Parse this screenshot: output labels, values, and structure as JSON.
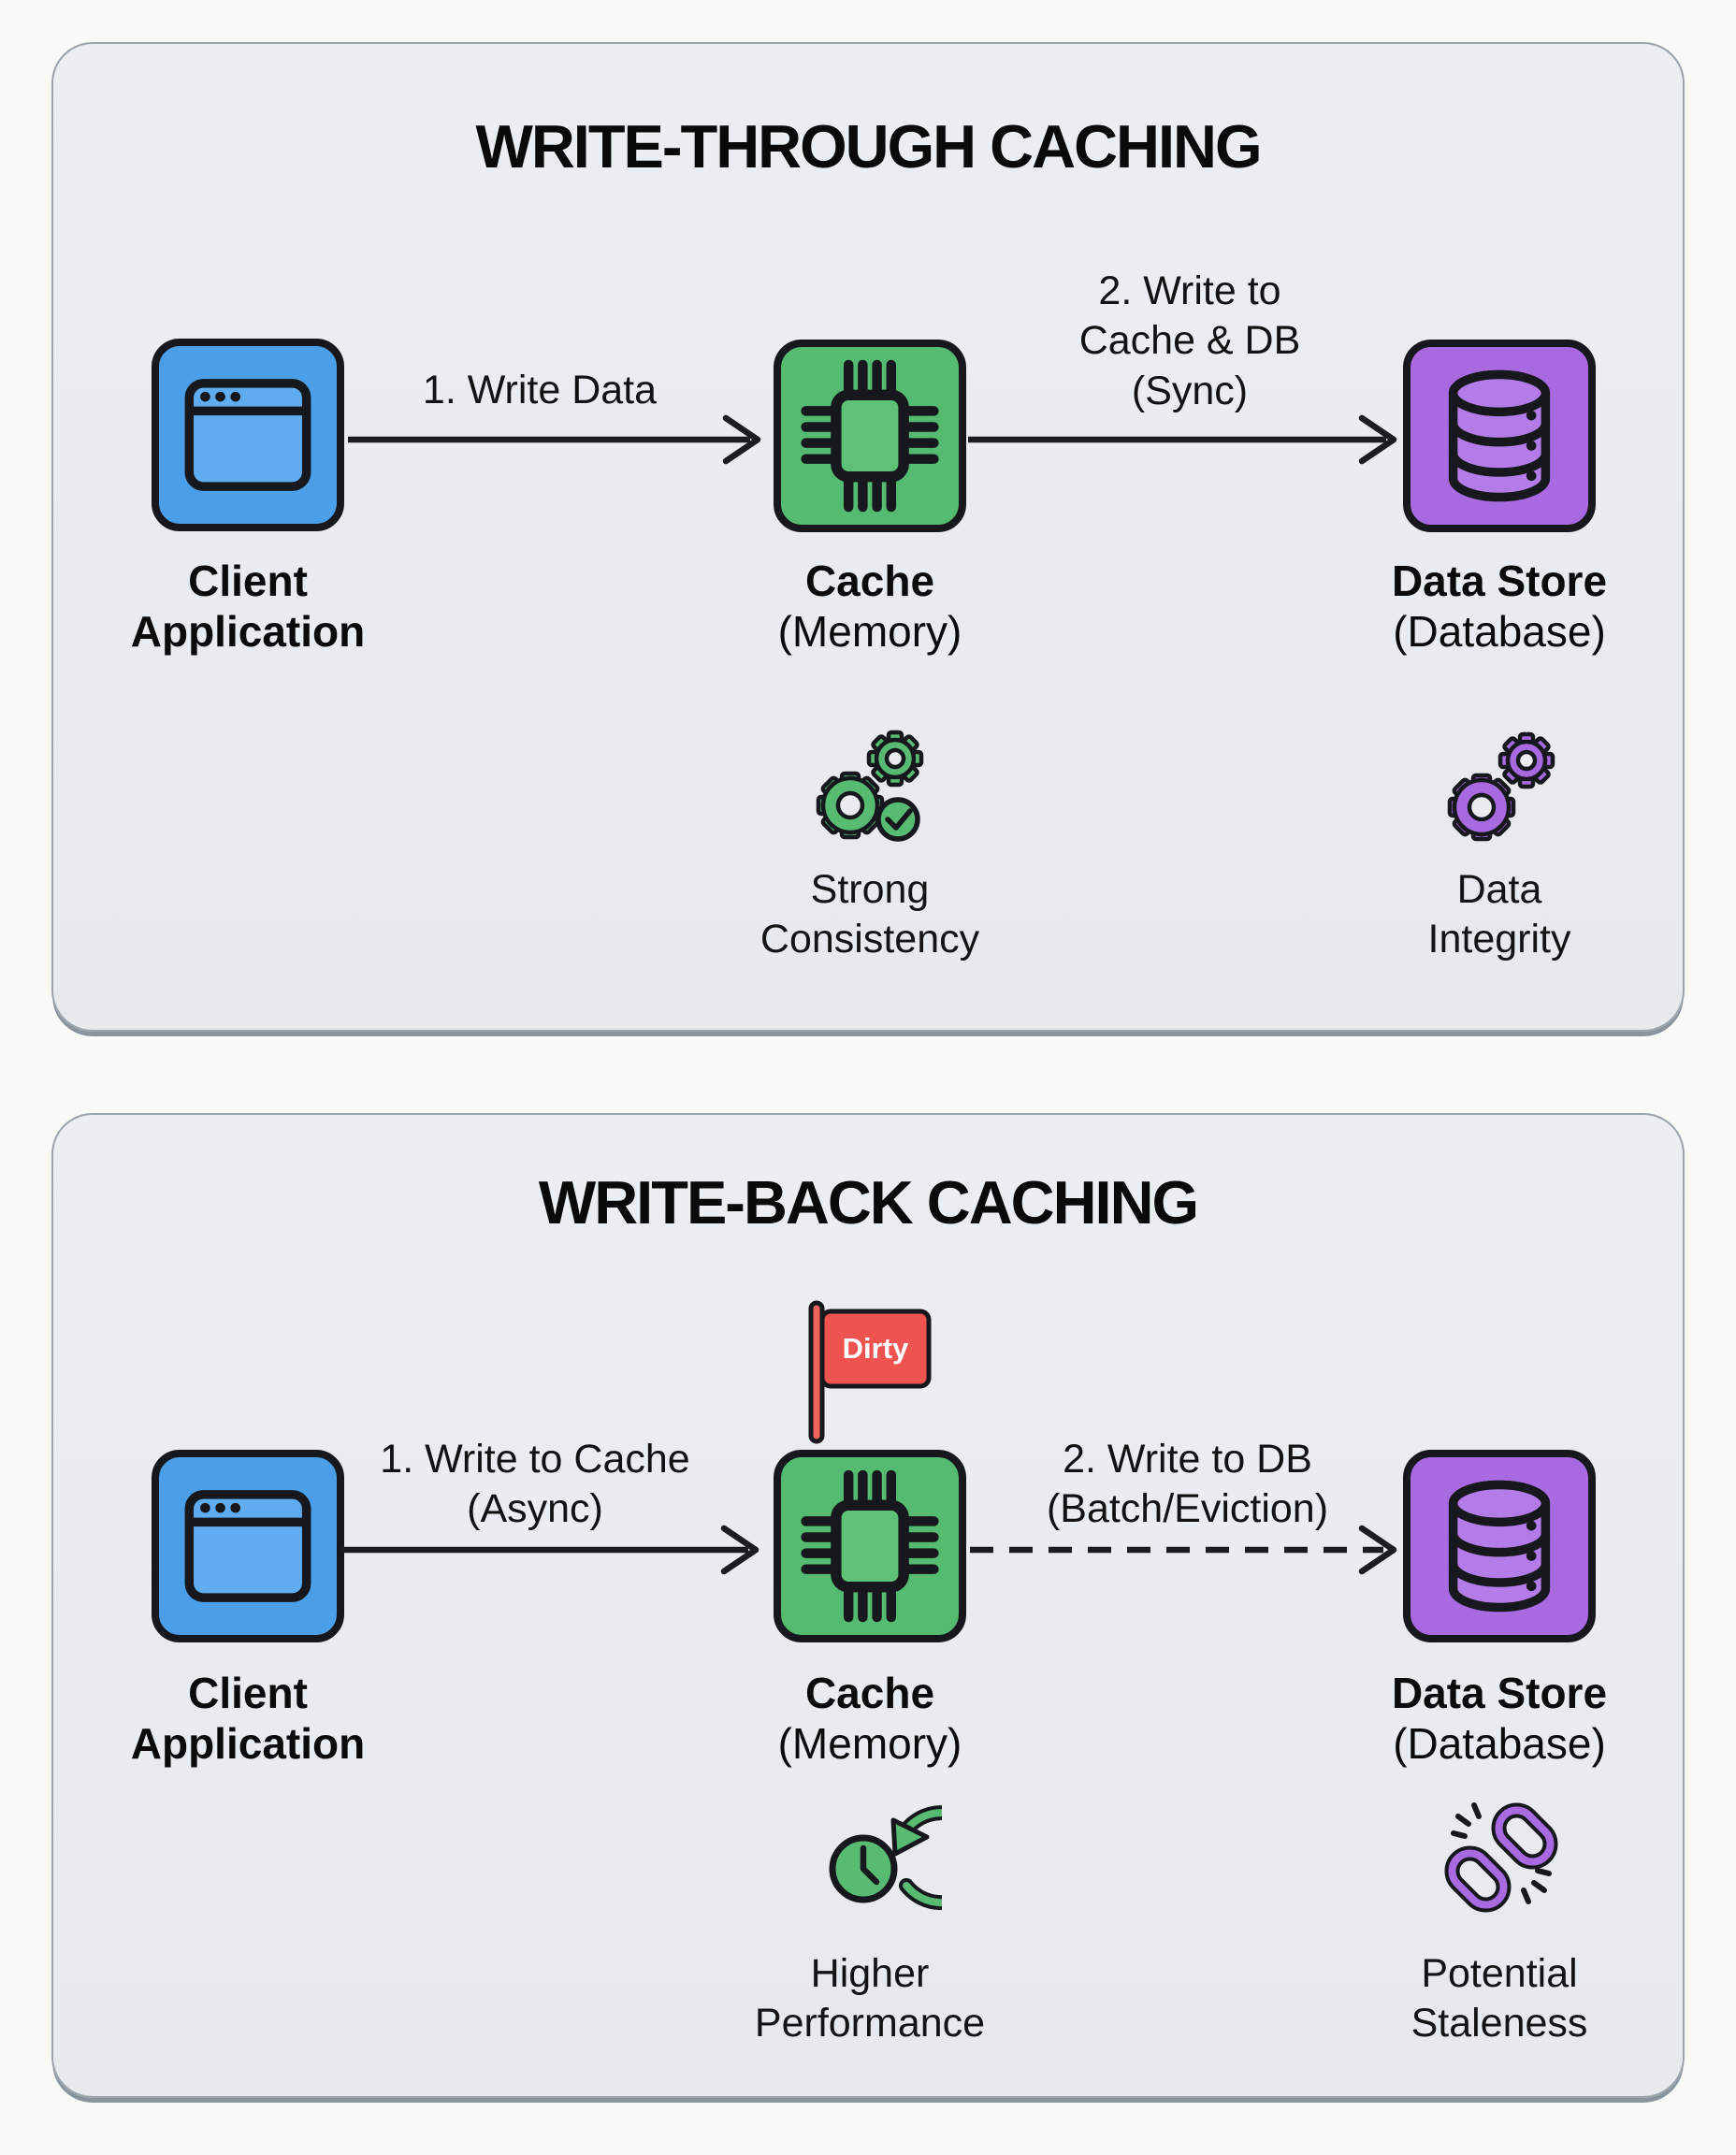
{
  "page": {
    "background": "#f9f9f6"
  },
  "colors": {
    "panel_background": "#e9edef",
    "outline": "#16181d",
    "client_blue": "#4a9fe8",
    "cache_green": "#55bb70",
    "datastore_purple": "#a869e1",
    "flag_red": "#ef5350",
    "text": "#0b0b0b",
    "flag_text": "#ffffff"
  },
  "panels": [
    {
      "title": "WRITE-THROUGH CACHING",
      "nodes": [
        {
          "label": "Client",
          "sublabel": "Application"
        },
        {
          "label": "Cache",
          "sublabel": "(Memory)"
        },
        {
          "label": "Data Store",
          "sublabel": "(Database)"
        }
      ],
      "arrows": [
        {
          "style": "solid",
          "lines": [
            "1. Write Data"
          ]
        },
        {
          "style": "solid",
          "lines": [
            "2. Write to",
            "Cache & DB",
            "(Sync)"
          ]
        }
      ],
      "benefits": [
        {
          "icon": "gears-check-icon",
          "lines": [
            "Strong",
            "Consistency"
          ]
        },
        {
          "icon": "gears-icon",
          "lines": [
            "Data",
            "Integrity"
          ]
        }
      ]
    },
    {
      "title": "WRITE-BACK CACHING",
      "flag_label": "Dirty",
      "nodes": [
        {
          "label": "Client",
          "sublabel": "Application"
        },
        {
          "label": "Cache",
          "sublabel": "(Memory)"
        },
        {
          "label": "Data Store",
          "sublabel": "(Database)"
        }
      ],
      "arrows": [
        {
          "style": "solid",
          "lines": [
            "1. Write to Cache",
            "(Async)"
          ]
        },
        {
          "style": "dashed",
          "lines": [
            "2. Write to DB",
            "(Batch/Eviction)"
          ]
        }
      ],
      "benefits": [
        {
          "icon": "clock-refresh-icon",
          "lines": [
            "Higher",
            "Performance"
          ]
        },
        {
          "icon": "broken-chain-icon",
          "lines": [
            "Potential",
            "Staleness"
          ]
        }
      ]
    }
  ]
}
